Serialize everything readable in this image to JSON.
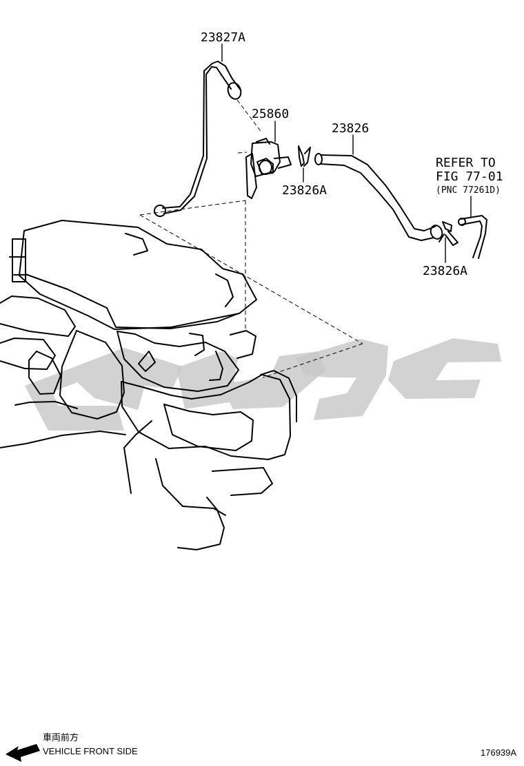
{
  "parts": {
    "hose_upper": "23827A",
    "valve": "25860",
    "hose_right": "23826",
    "clamp_small": "23826A",
    "clamp_right": "23826A"
  },
  "reference": {
    "line1": "REFER TO",
    "line2": "FIG 77-01",
    "line3": "(PNC 77261D)"
  },
  "footer": {
    "japanese_direction": "車両前方",
    "vehicle_front_side": "VEHICLE FRONT SIDE",
    "figure_id": "176939A"
  },
  "colors": {
    "line": "#000000",
    "watermark": "#c8c8c8",
    "background": "#ffffff"
  }
}
